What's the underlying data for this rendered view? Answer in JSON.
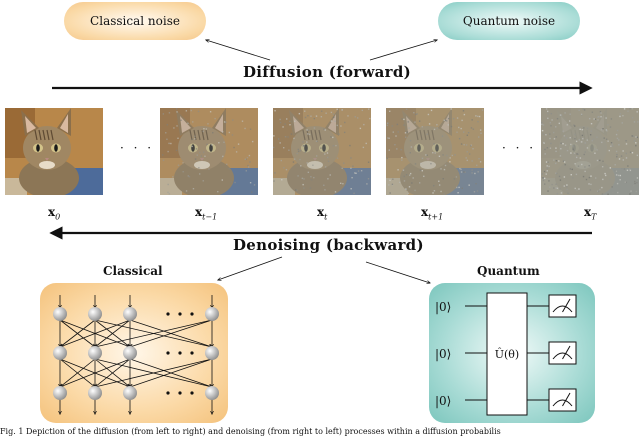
{
  "noise_labels": {
    "classical": "Classical noise",
    "quantum": "Quantum noise"
  },
  "process": {
    "forward": "Diffusion (forward)",
    "backward": "Denoising (backward)"
  },
  "frames": [
    {
      "var": "x",
      "sub": "0",
      "noise_level": 0.0
    },
    {
      "var": "x",
      "sub": "t−1",
      "noise_level": 0.35
    },
    {
      "var": "x",
      "sub": "t",
      "noise_level": 0.5
    },
    {
      "var": "x",
      "sub": "t+1",
      "noise_level": 0.62
    },
    {
      "var": "x",
      "sub": "T",
      "noise_level": 1.0
    }
  ],
  "ellipsis": "· · ·",
  "models": {
    "classical": "Classical",
    "quantum": "Quantum"
  },
  "circuit": {
    "qubit_state": "|0⟩",
    "num_qubits": 3,
    "unitary": "Û(θ)"
  },
  "caption": "Fig. 1  Depiction of the diffusion (from left to right) and denoising (from right to left) processes within a diffusion probabilis",
  "colors": {
    "classical_accent": "#f5c78a",
    "quantum_accent": "#84cbc3",
    "arrow": "#111111"
  }
}
